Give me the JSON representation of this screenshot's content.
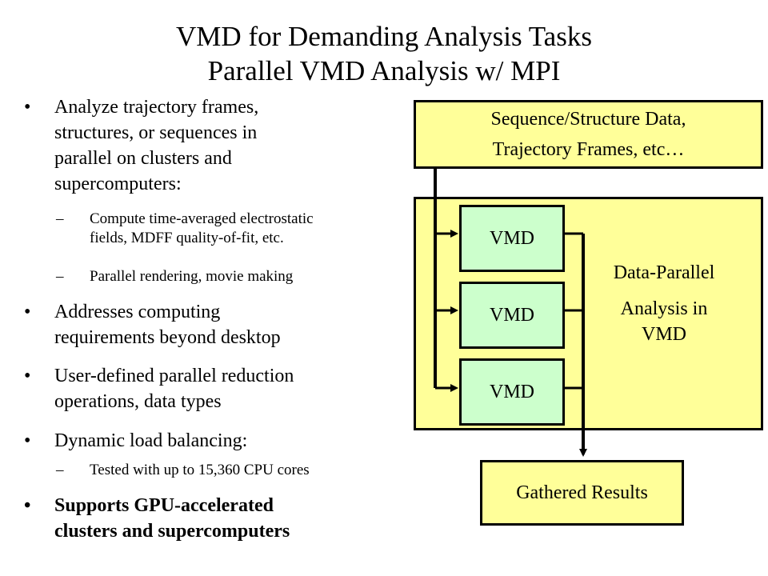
{
  "title": {
    "line1": "VMD for Demanding Analysis Tasks",
    "line2": "Parallel VMD Analysis w/ MPI"
  },
  "bullets": {
    "b1": {
      "dot": "•",
      "lines": [
        "Analyze trajectory frames,",
        "structures, or sequences in",
        "parallel on clusters and",
        "supercomputers:"
      ]
    },
    "b1_sub1": {
      "dash": "–",
      "lines": [
        "Compute time-averaged electrostatic",
        "fields, MDFF quality-of-fit, etc."
      ]
    },
    "b1_sub2": {
      "dash": "–",
      "lines": [
        "Parallel rendering, movie making"
      ]
    },
    "b2": {
      "dot": "•",
      "lines": [
        "Addresses computing",
        "requirements beyond desktop"
      ]
    },
    "b3": {
      "dot": "•",
      "lines": [
        "User-defined parallel reduction",
        "operations, data types"
      ]
    },
    "b4": {
      "dot": "•",
      "lines": [
        "Dynamic load balancing:"
      ]
    },
    "b4_sub1": {
      "dash": "–",
      "lines": [
        "Tested with up to 15,360 CPU cores"
      ]
    },
    "b5": {
      "dot": "•",
      "lines": [
        "Supports GPU-accelerated",
        "clusters and supercomputers"
      ]
    }
  },
  "diagram": {
    "input_box": {
      "line1": "Sequence/Structure Data,",
      "line2": "Trajectory Frames, etc…"
    },
    "parallel_box": {
      "line1": "Data-Parallel",
      "line2": "Analysis in",
      "line3": "VMD"
    },
    "worker_label_1": "VMD",
    "worker_label_2": "VMD",
    "worker_label_3": "VMD",
    "output_box": "Gathered Results",
    "colors": {
      "box_fill": "#ffff99",
      "worker_fill": "#ccffcc",
      "stroke": "#000000"
    }
  }
}
